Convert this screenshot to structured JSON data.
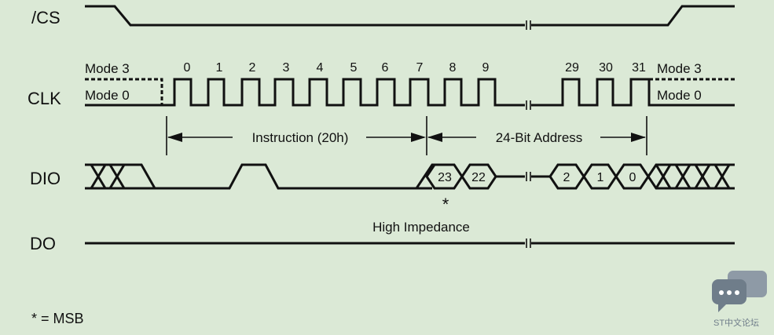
{
  "signals": {
    "cs": "/CS",
    "clk": "CLK",
    "dio": "DIO",
    "do": "DO"
  },
  "modes": {
    "mode3_left": "Mode 3",
    "mode0_left": "Mode 0",
    "mode3_right": "Mode 3",
    "mode0_right": "Mode 0"
  },
  "clock_numbers": [
    "0",
    "1",
    "2",
    "3",
    "4",
    "5",
    "6",
    "7",
    "8",
    "9",
    "29",
    "30",
    "31"
  ],
  "spans": {
    "instruction": "Instruction (20h)",
    "address": "24-Bit Address"
  },
  "dio_bits": [
    "23",
    "22",
    "2",
    "1",
    "0"
  ],
  "msb_marker": "*",
  "high_impedance": "High Impedance",
  "legend": "* = MSB",
  "watermark": "ST中文论坛"
}
